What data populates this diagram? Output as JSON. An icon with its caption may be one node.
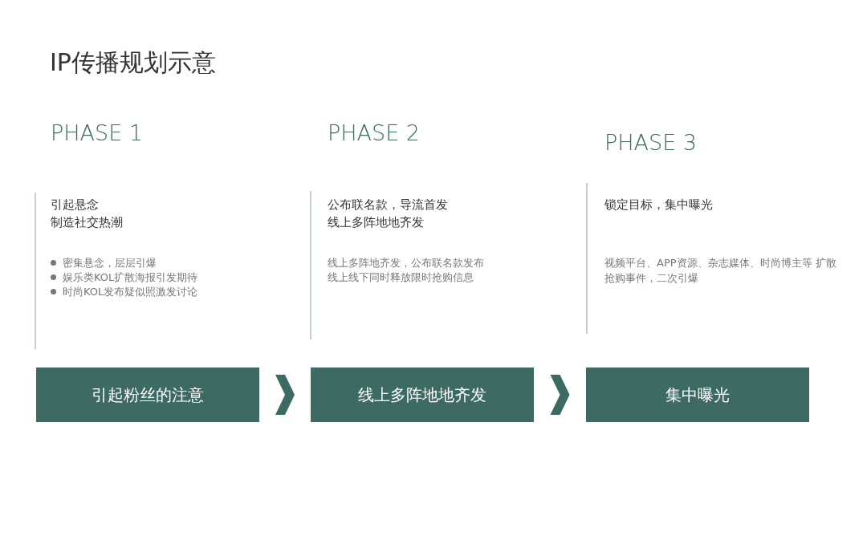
{
  "diagram": {
    "title": "IP传播规划示意",
    "nodes": [
      {
        "text": [
          "引起粉丝的注意"
        ]
      },
      {
        "text": [
          "线上多阵地地齐发"
        ]
      },
      {
        "text": [
          "集中曝光"
        ]
      }
    ],
    "edges": [
      {
        "from": 0,
        "to": 1,
        "arrow": "to"
      },
      {
        "from": 1,
        "to": 2,
        "arrow": "to"
      }
    ],
    "labels": [
      "PHASE 1",
      "PHASE 2",
      "PHASE 3",
      "引起悬念",
      "制造社交热潮",
      "密集悬念，层层引爆",
      "娱乐类KOL扩散海报引发期待",
      "时尚KOL发布疑似照激发讨论",
      "公布联名款，导流首发",
      "线上多阵地地齐发",
      "线上多阵地齐发，公布联名款发布",
      "线上线下同时释放限时抢购信息",
      "锁定目标，集中曝光",
      "视频平台、APP资源、杂志媒体、时尚博主等 扩散抢购事件，二次引爆"
    ]
  }
}
